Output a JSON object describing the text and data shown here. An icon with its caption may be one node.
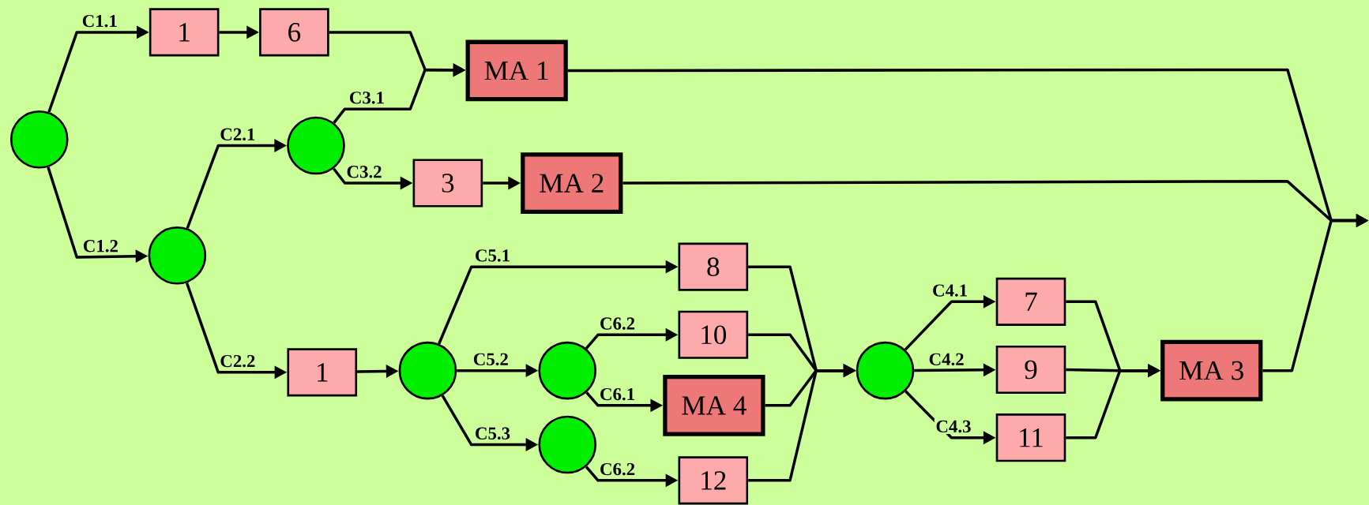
{
  "diagram": {
    "nodes": [
      {
        "text": [],
        "shape": "circle"
      },
      {
        "text": [
          "1"
        ]
      },
      {
        "text": [
          "6"
        ]
      },
      {
        "text": [
          "MA 1"
        ]
      },
      {
        "text": [],
        "shape": "circle"
      },
      {
        "text": [
          "3"
        ]
      },
      {
        "text": [
          "MA 2"
        ]
      },
      {
        "text": [],
        "shape": "circle"
      },
      {
        "text": [
          "8"
        ]
      },
      {
        "text": [
          "1"
        ]
      },
      {
        "text": [],
        "shape": "circle"
      },
      {
        "text": [
          "10"
        ]
      },
      {
        "text": [],
        "shape": "circle"
      },
      {
        "text": [
          "MA 4"
        ]
      },
      {
        "text": [],
        "shape": "circle"
      },
      {
        "text": [
          "12"
        ]
      },
      {
        "text": [],
        "shape": "circle"
      },
      {
        "text": [
          "7"
        ]
      },
      {
        "text": [
          "9"
        ]
      },
      {
        "text": [
          "11"
        ]
      },
      {
        "text": [
          "MA 3"
        ]
      }
    ],
    "edges": [
      {
        "from": 0,
        "to": 1,
        "arrow": "to",
        "label": "C1.1"
      },
      {
        "from": 0,
        "to": 7,
        "arrow": "to",
        "label": "C1.2"
      },
      {
        "from": 1,
        "to": 2,
        "arrow": "to"
      },
      {
        "from": 2,
        "to": 3,
        "arrow": "to"
      },
      {
        "from": 4,
        "to": 3,
        "arrow": "to",
        "label": "C3.1"
      },
      {
        "from": 7,
        "to": 4,
        "arrow": "to",
        "label": "C2.1"
      },
      {
        "from": 7,
        "to": 9,
        "arrow": "to",
        "label": "C2.2"
      },
      {
        "from": 4,
        "to": 5,
        "arrow": "to",
        "label": "C3.2"
      },
      {
        "from": 5,
        "to": 6,
        "arrow": "to"
      },
      {
        "from": 3,
        "to": null,
        "arrow": "to"
      },
      {
        "from": 6,
        "to": null,
        "arrow": "to"
      },
      {
        "from": 20,
        "to": null,
        "arrow": "to"
      },
      {
        "from": 9,
        "to": 10,
        "arrow": "to"
      },
      {
        "from": 10,
        "to": 8,
        "arrow": "to",
        "label": "C5.1"
      },
      {
        "from": 10,
        "to": 12,
        "arrow": "to",
        "label": "C5.2"
      },
      {
        "from": 10,
        "to": 14,
        "arrow": "to",
        "label": "C5.3"
      },
      {
        "from": 12,
        "to": 11,
        "arrow": "to",
        "label": "C6.2"
      },
      {
        "from": 12,
        "to": 13,
        "arrow": "to",
        "label": "C6.1"
      },
      {
        "from": 14,
        "to": 15,
        "arrow": "to",
        "label": "C6.2"
      },
      {
        "from": 8,
        "to": 16,
        "arrow": "to"
      },
      {
        "from": 11,
        "to": 16,
        "arrow": "to"
      },
      {
        "from": 13,
        "to": 16,
        "arrow": "to"
      },
      {
        "from": 15,
        "to": 16,
        "arrow": "to"
      },
      {
        "from": 16,
        "to": 17,
        "arrow": "to",
        "label": "C4.1"
      },
      {
        "from": 16,
        "to": 18,
        "arrow": "to",
        "label": "C4.2"
      },
      {
        "from": 16,
        "to": 19,
        "arrow": "to",
        "label": "C4.3"
      },
      {
        "from": 17,
        "to": 20,
        "arrow": "to"
      },
      {
        "from": 18,
        "to": 20,
        "arrow": "to"
      },
      {
        "from": 19,
        "to": 20,
        "arrow": "to"
      }
    ]
  }
}
